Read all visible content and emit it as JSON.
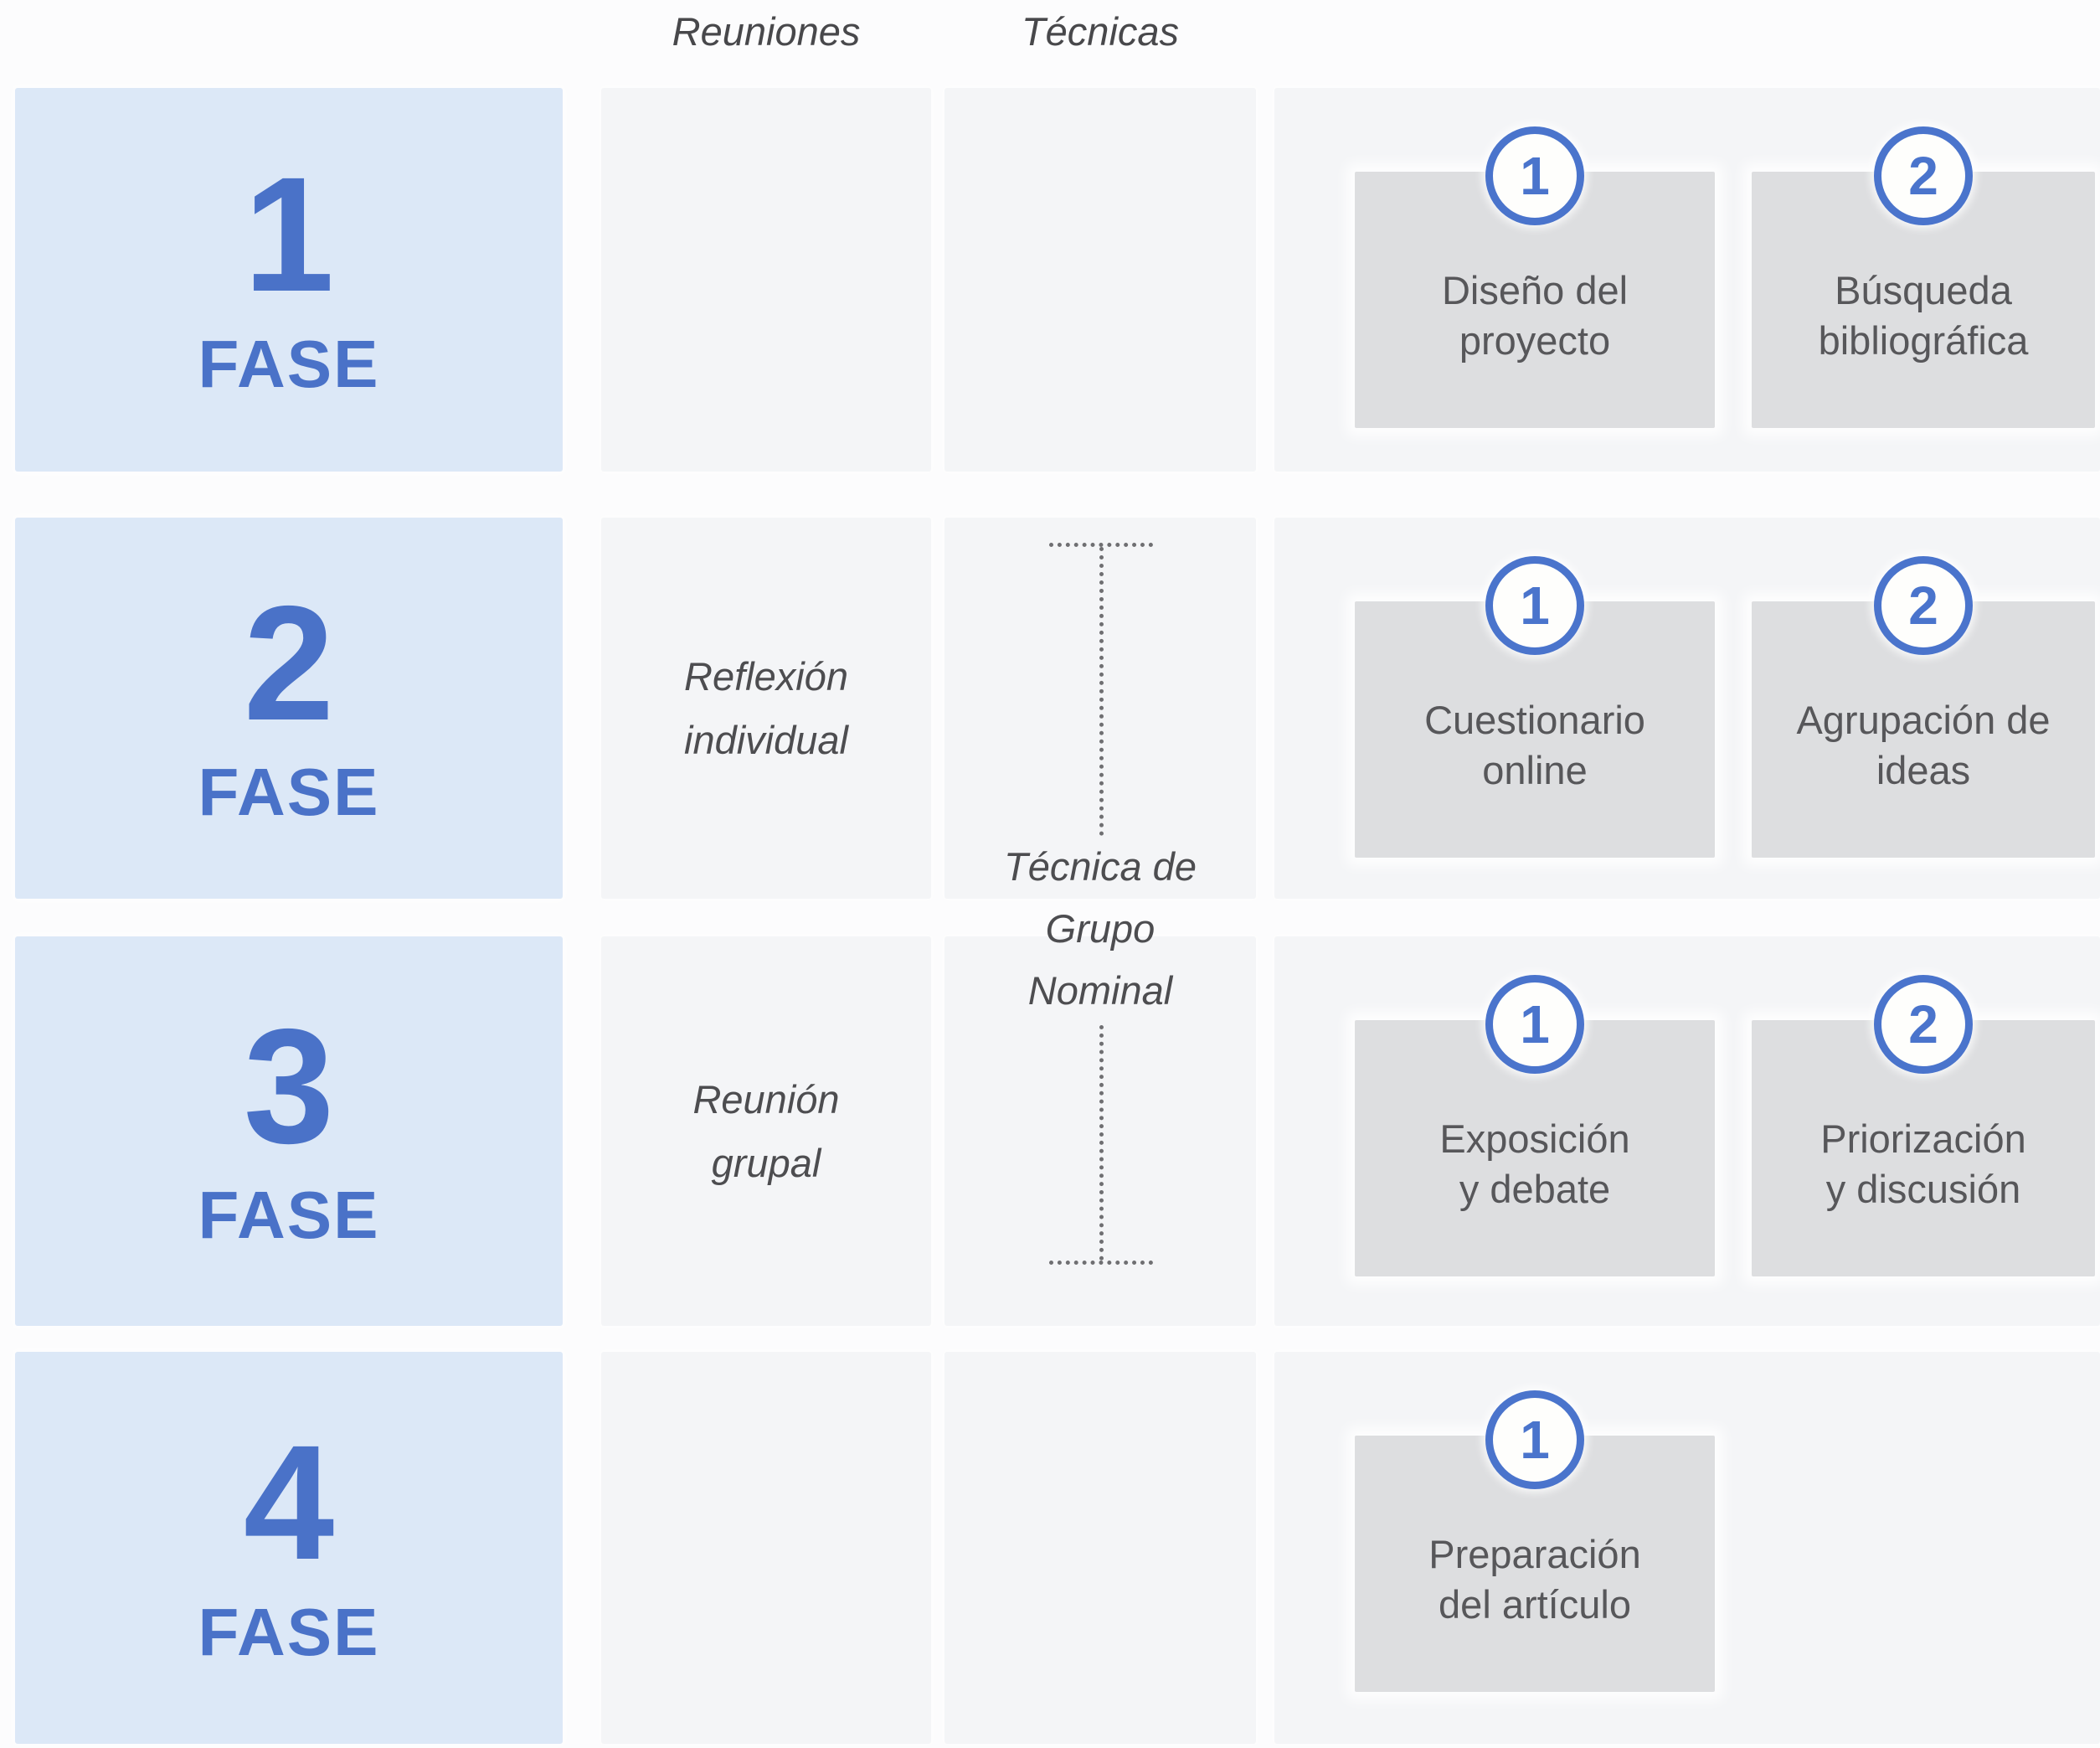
{
  "headers": {
    "reuniones": "Reuniones",
    "tecnicas": "Técnicas"
  },
  "phases": [
    {
      "number": "1",
      "label": "FASE",
      "tasks": [
        {
          "num": "1",
          "line1": "Diseño del",
          "line2": "proyecto"
        },
        {
          "num": "2",
          "line1": "Búsqueda",
          "line2": "bibliográfica"
        }
      ]
    },
    {
      "number": "2",
      "label": "FASE",
      "meeting_line1": "Reflexión",
      "meeting_line2": "individual",
      "tasks": [
        {
          "num": "1",
          "line1": "Cuestionario",
          "line2": "online"
        },
        {
          "num": "2",
          "line1": "Agrupación de",
          "line2": "ideas"
        }
      ]
    },
    {
      "number": "3",
      "label": "FASE",
      "meeting_line1": "Reunión",
      "meeting_line2": "grupal",
      "tasks": [
        {
          "num": "1",
          "line1": "Exposición",
          "line2": "y debate"
        },
        {
          "num": "2",
          "line1": "Priorización",
          "line2": "y discusión"
        }
      ]
    },
    {
      "number": "4",
      "label": "FASE",
      "tasks": [
        {
          "num": "1",
          "line1": "Preparación",
          "line2": "del artículo"
        }
      ]
    }
  ],
  "technique": {
    "line1": "Técnica de",
    "line2": "Grupo",
    "line3": "Nominal"
  },
  "colors": {
    "phase_panel_bg": "#dce8f7",
    "phase_text": "#4a72c8",
    "column_panel_bg": "#f4f5f7",
    "task_box_bg": "#dddee0",
    "task_text": "#57575a",
    "accent_blue": "#4a74cc",
    "muted_italic_text": "#4d4d50",
    "dotted_line": "#6f6f72"
  }
}
